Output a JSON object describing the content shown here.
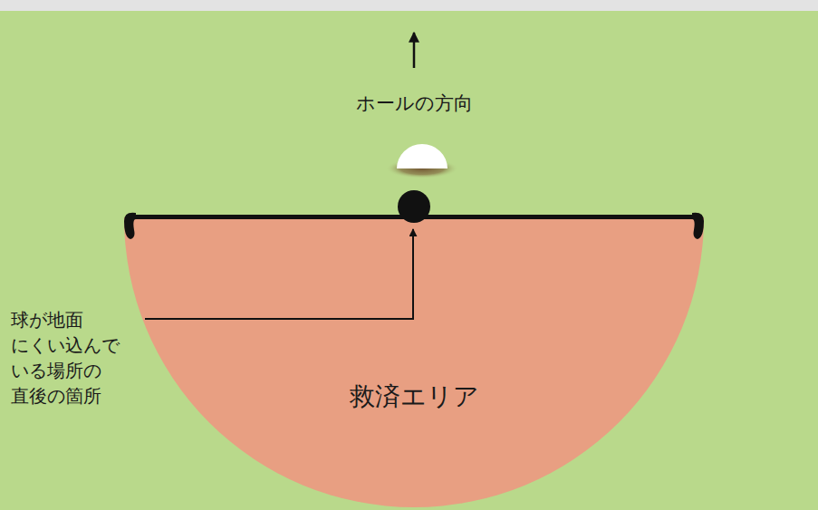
{
  "diagram": {
    "nodes": [
      {
        "text": [
          "救済エリア"
        ]
      }
    ],
    "labels": [
      "ホールの方向",
      "球が地面 にくい込んで いる場所の 直後の箇所"
    ]
  }
}
